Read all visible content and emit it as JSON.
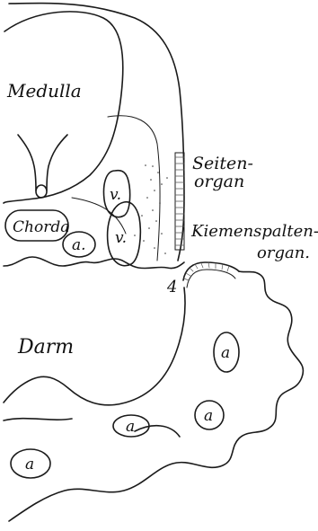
{
  "labels": {
    "medulla": "Medulla",
    "chorda": "Chorda",
    "seitenorgan_1": "Seiten-",
    "seitenorgan_2": "organ",
    "kiemenspaltenorgan_1": "Kiemenspalten-",
    "kiemenspaltenorgan_2": "organ.",
    "darm": "Darm",
    "number": "4",
    "v_upper": "v.",
    "v_lower": "v.",
    "a_1": "a.",
    "a_2": "a",
    "a_3": "a",
    "a_4": "a",
    "a_5": "a"
  }
}
